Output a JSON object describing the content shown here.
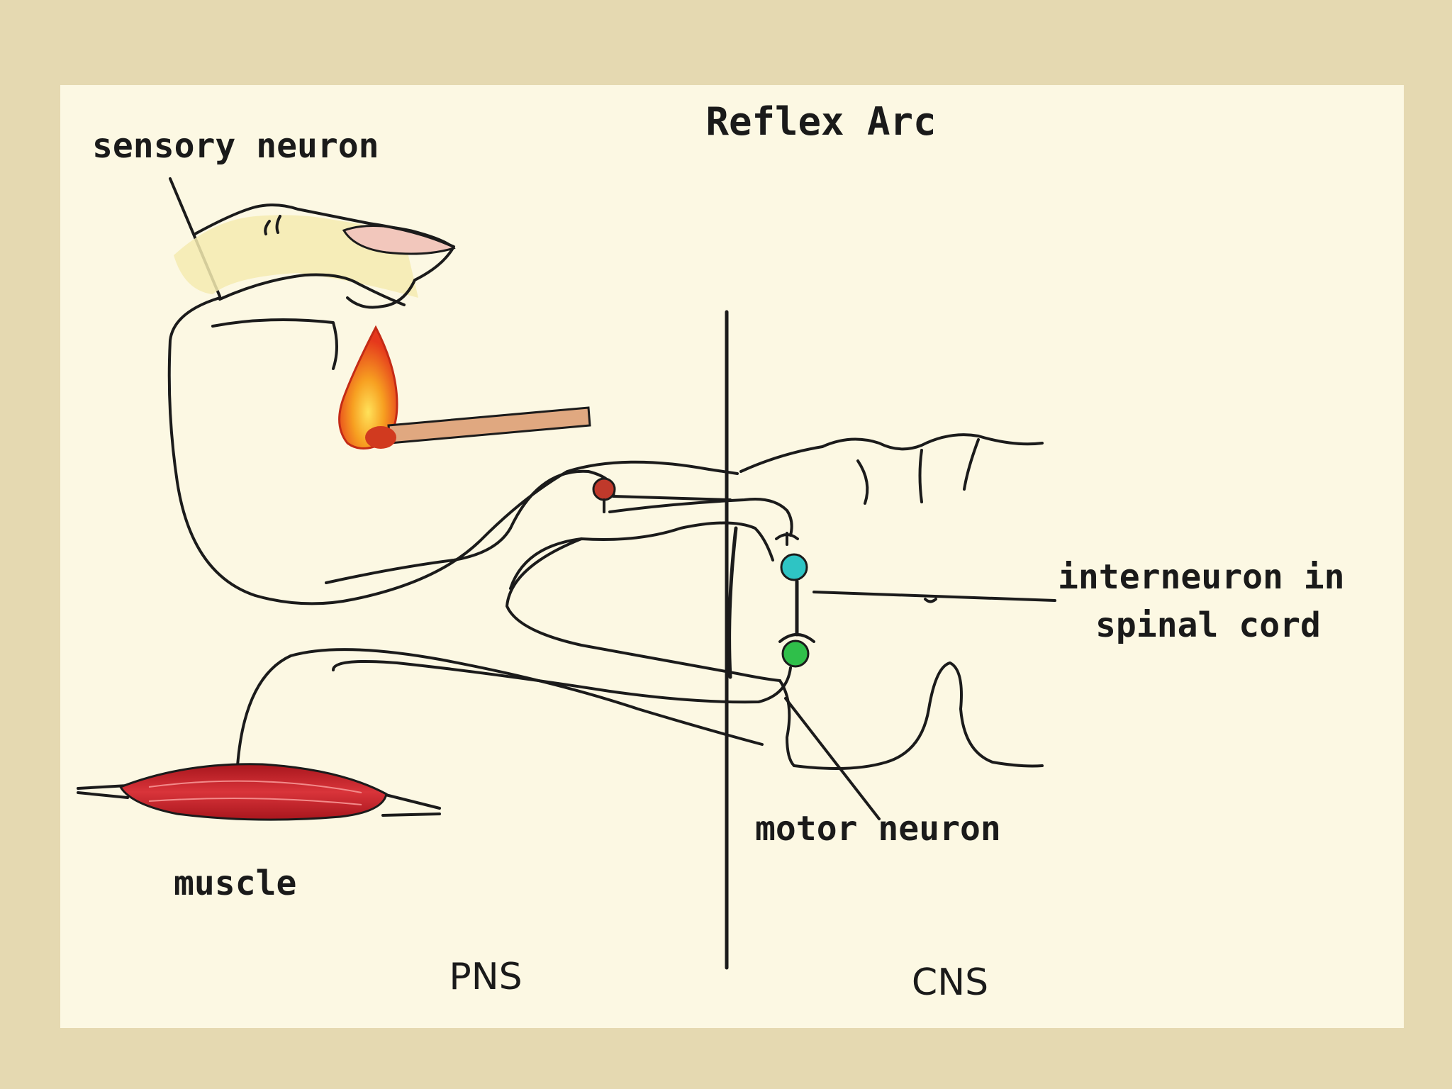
{
  "title": "Reflex Arc",
  "labels": {
    "sensory_neuron": "sensory neuron",
    "interneuron_line1": "interneuron in",
    "interneuron_line2": "spinal cord",
    "motor_neuron": "motor neuron",
    "muscle": "muscle",
    "pns": "PNS",
    "cns": "CNS"
  },
  "colors": {
    "outer_background": "#e5d9b1",
    "panel_background": "#fcf8e3",
    "sensory_cell_body": "#c0392b",
    "interneuron_cell_body": "#2ec4c4",
    "motor_cell_body": "#2fbf4a",
    "muscle": "#c8252d",
    "flame": "#f26a1b",
    "match_stick": "#e0a880",
    "fingertip": "#f2c7bc",
    "hand_shading": "#f5ebb0"
  }
}
